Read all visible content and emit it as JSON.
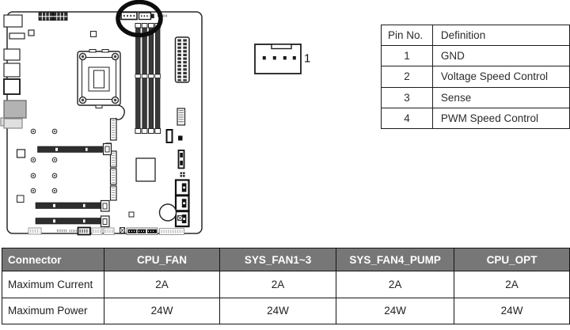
{
  "fan_connector": {
    "pin1_label": "1",
    "pin_count": 4
  },
  "pin_table": {
    "headers": [
      "Pin No.",
      "Definition"
    ],
    "rows": [
      [
        "1",
        "GND"
      ],
      [
        "2",
        "Voltage Speed Control"
      ],
      [
        "3",
        "Sense"
      ],
      [
        "4",
        "PWM Speed Control"
      ]
    ]
  },
  "spec_table": {
    "columns": [
      "Connector",
      "CPU_FAN",
      "SYS_FAN1~3",
      "SYS_FAN4_PUMP",
      "CPU_OPT"
    ],
    "rows": [
      [
        "Maximum Current",
        "2A",
        "2A",
        "2A",
        "2A"
      ],
      [
        "Maximum Power",
        "24W",
        "24W",
        "24W",
        "24W"
      ]
    ],
    "colors": {
      "header_bg": "#777777",
      "header_text": "#ffffff",
      "border": "#141414"
    }
  }
}
